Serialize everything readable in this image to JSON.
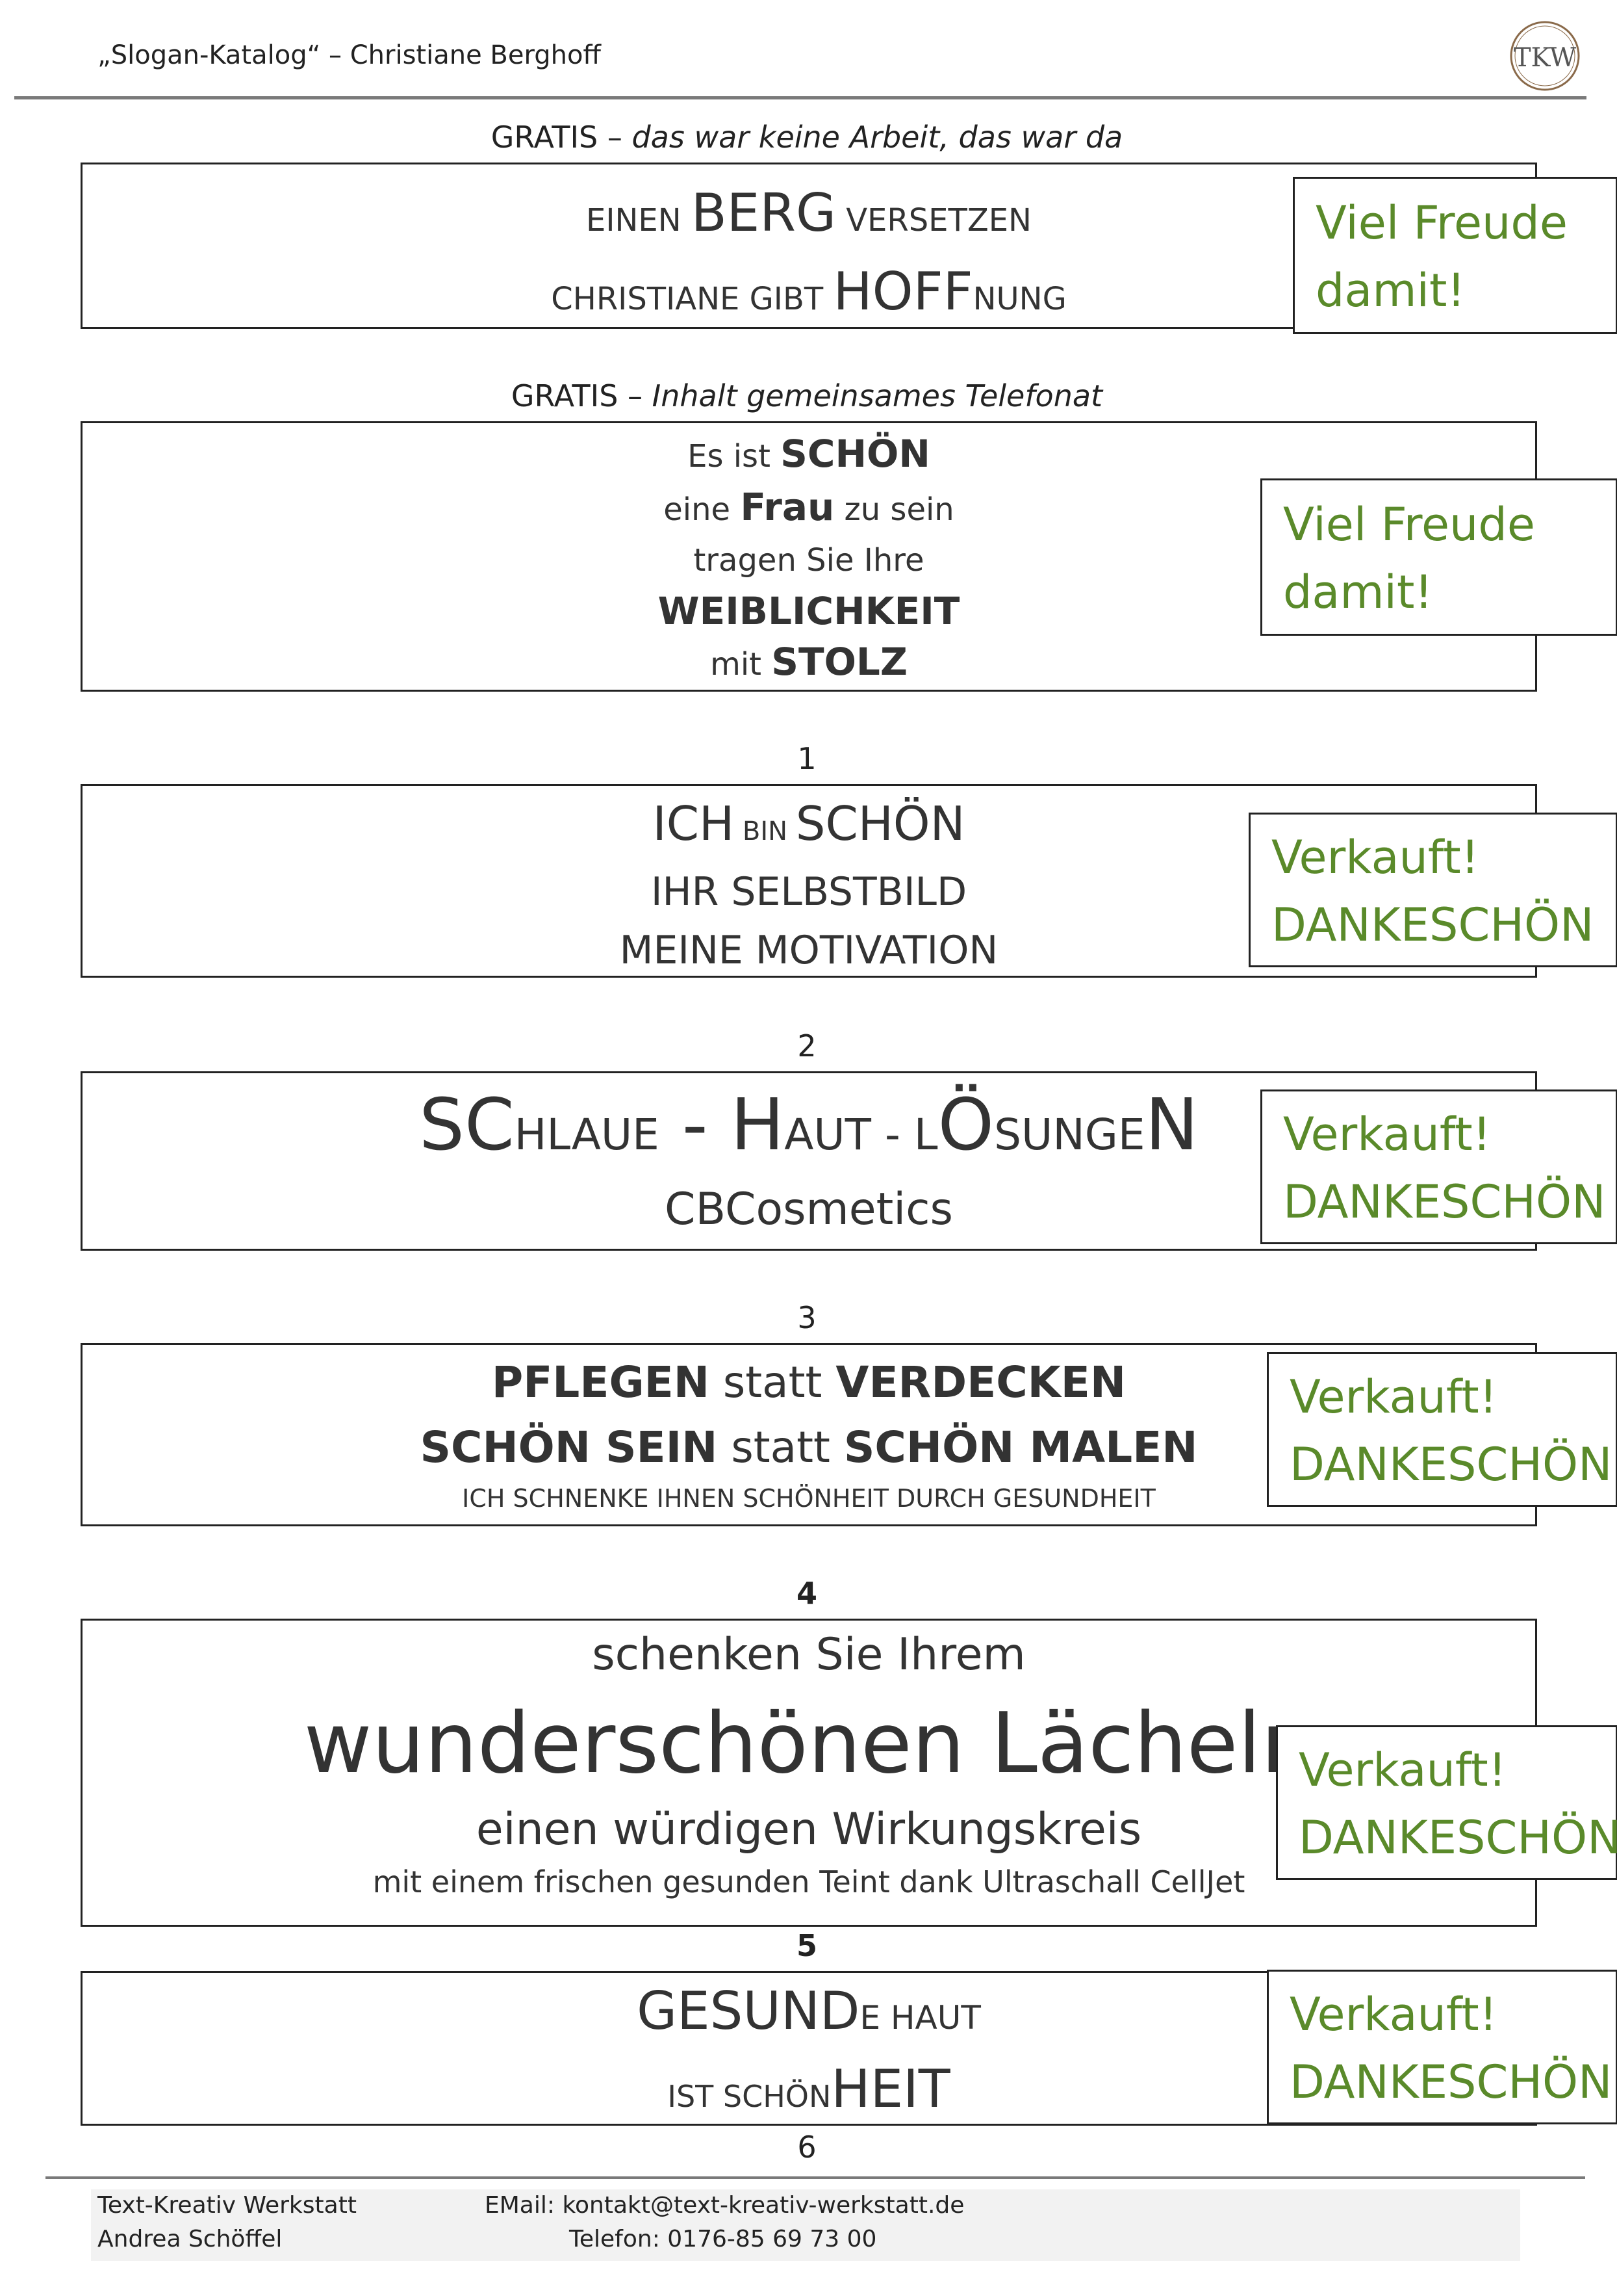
{
  "header": {
    "title": "„Slogan-Katalog“ – Christiane Berghoff",
    "logo_text": "TKW"
  },
  "sections": [
    {
      "label_prefix": "GRATIS – ",
      "label_italic": "das war keine Arbeit, das war da",
      "lines": [
        [
          "EINEN ",
          "BERG",
          " VERSETZEN"
        ],
        [
          "CHRISTIANE GIBT ",
          "HOFF",
          "NUNG"
        ]
      ],
      "tag": [
        "Viel Freude",
        "damit!"
      ]
    },
    {
      "label_prefix": "GRATIS – ",
      "label_italic": "Inhalt gemeinsames Telefonat",
      "lines": [
        [
          "Es ist ",
          "SCHÖN"
        ],
        [
          "eine ",
          "Frau",
          " zu sein"
        ],
        [
          "tragen Sie Ihre"
        ],
        [
          "WEIBLICHKEIT"
        ],
        [
          "mit ",
          "STOLZ"
        ]
      ],
      "tag": [
        "Viel Freude",
        "damit!"
      ]
    },
    {
      "label": "1",
      "lines": [
        [
          "ICH",
          " BIN ",
          "SCHÖN"
        ],
        [
          "IHR SELBSTBILD"
        ],
        [
          "MEINE MOTIVATION"
        ]
      ],
      "tag": [
        "Verkauft!",
        "DANKESCHÖN"
      ]
    },
    {
      "label": "2",
      "lines": [
        [
          "SC",
          "HLAUE",
          "  - H",
          "AUT",
          "  - L",
          "Ö",
          "SUNGE",
          "N"
        ],
        [
          "CBCosmetics"
        ]
      ],
      "tag": [
        "Verkauft!",
        "DANKESCHÖN"
      ]
    },
    {
      "label": "3",
      "lines": [
        [
          "PFLEGEN",
          " statt ",
          "VERDECKEN"
        ],
        [
          "SCHÖN SEIN",
          " statt ",
          "SCHÖN MALEN"
        ],
        [
          "ICH SCHNENKE IHNEN SCHÖNHEIT DURCH GESUNDHEIT"
        ]
      ],
      "tag": [
        "Verkauft!",
        "DANKESCHÖN"
      ]
    },
    {
      "label": "4",
      "lines": [
        [
          "schenken Sie Ihrem"
        ],
        [
          "wunderschönen Lächeln"
        ],
        [
          "einen würdigen Wirkungskreis"
        ],
        [
          "mit einem frischen gesunden Teint dank Ultraschall CellJet"
        ]
      ],
      "tag": [
        "Verkauft!",
        "DANKESCHÖN"
      ]
    },
    {
      "label": "5",
      "lines": [
        [
          "GESUND",
          "E HAUT"
        ],
        [
          "IST SCHÖN",
          "HEIT"
        ]
      ],
      "tag": [
        "Verkauft!",
        "DANKESCHÖN"
      ]
    }
  ],
  "next_label": "6",
  "footer": {
    "company": "Text-Kreativ Werkstatt",
    "name": "Andrea Schöffel",
    "email": "EMail: kontakt@text-kreativ-werkstatt.de",
    "phone": "Telefon: 0176-85 69 73 00"
  },
  "colors": {
    "tag_text": "#5a8a2a",
    "text": "#333333"
  }
}
